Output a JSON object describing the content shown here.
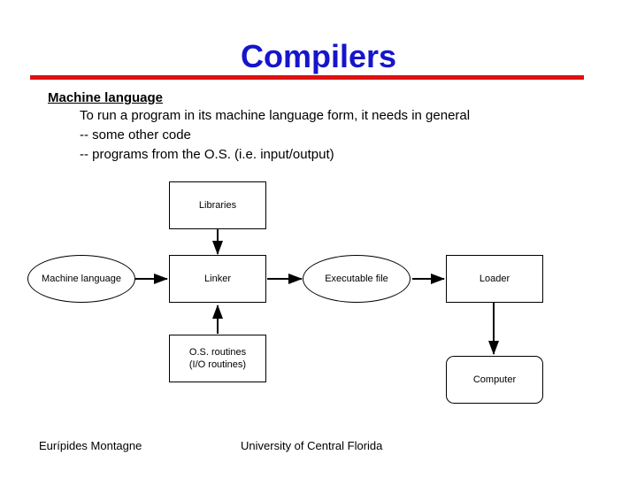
{
  "slide": {
    "title": "Compilers",
    "title_color": "#1515cc",
    "rule_color": "#dd1111",
    "background": "#ffffff"
  },
  "body": {
    "heading": "Machine language",
    "lines": [
      "To run a program in its machine language form, it needs in general",
      "-- some other code",
      "-- programs from the O.S. (i.e. input/output)"
    ]
  },
  "diagram": {
    "nodes": {
      "libraries": {
        "label": "Libraries",
        "shape": "rect"
      },
      "machine_language": {
        "label": "Machine language",
        "shape": "ellipse"
      },
      "linker": {
        "label": "Linker",
        "shape": "rect"
      },
      "executable_file": {
        "label": "Executable file",
        "shape": "ellipse"
      },
      "loader": {
        "label": "Loader",
        "shape": "rect"
      },
      "os_routines": {
        "label": "O.S. routines\n(I/O routines)",
        "shape": "rect"
      },
      "computer": {
        "label": "Computer",
        "shape": "rounded-rect"
      }
    },
    "edges": [
      {
        "from": "libraries",
        "to": "linker",
        "direction": "down"
      },
      {
        "from": "machine_language",
        "to": "linker",
        "direction": "right"
      },
      {
        "from": "linker",
        "to": "executable_file",
        "direction": "right"
      },
      {
        "from": "executable_file",
        "to": "loader",
        "direction": "right"
      },
      {
        "from": "os_routines",
        "to": "linker",
        "direction": "up"
      },
      {
        "from": "loader",
        "to": "computer",
        "direction": "down"
      }
    ]
  },
  "footer": {
    "author": "Eurípides Montagne",
    "organization": "University of Central Florida"
  }
}
